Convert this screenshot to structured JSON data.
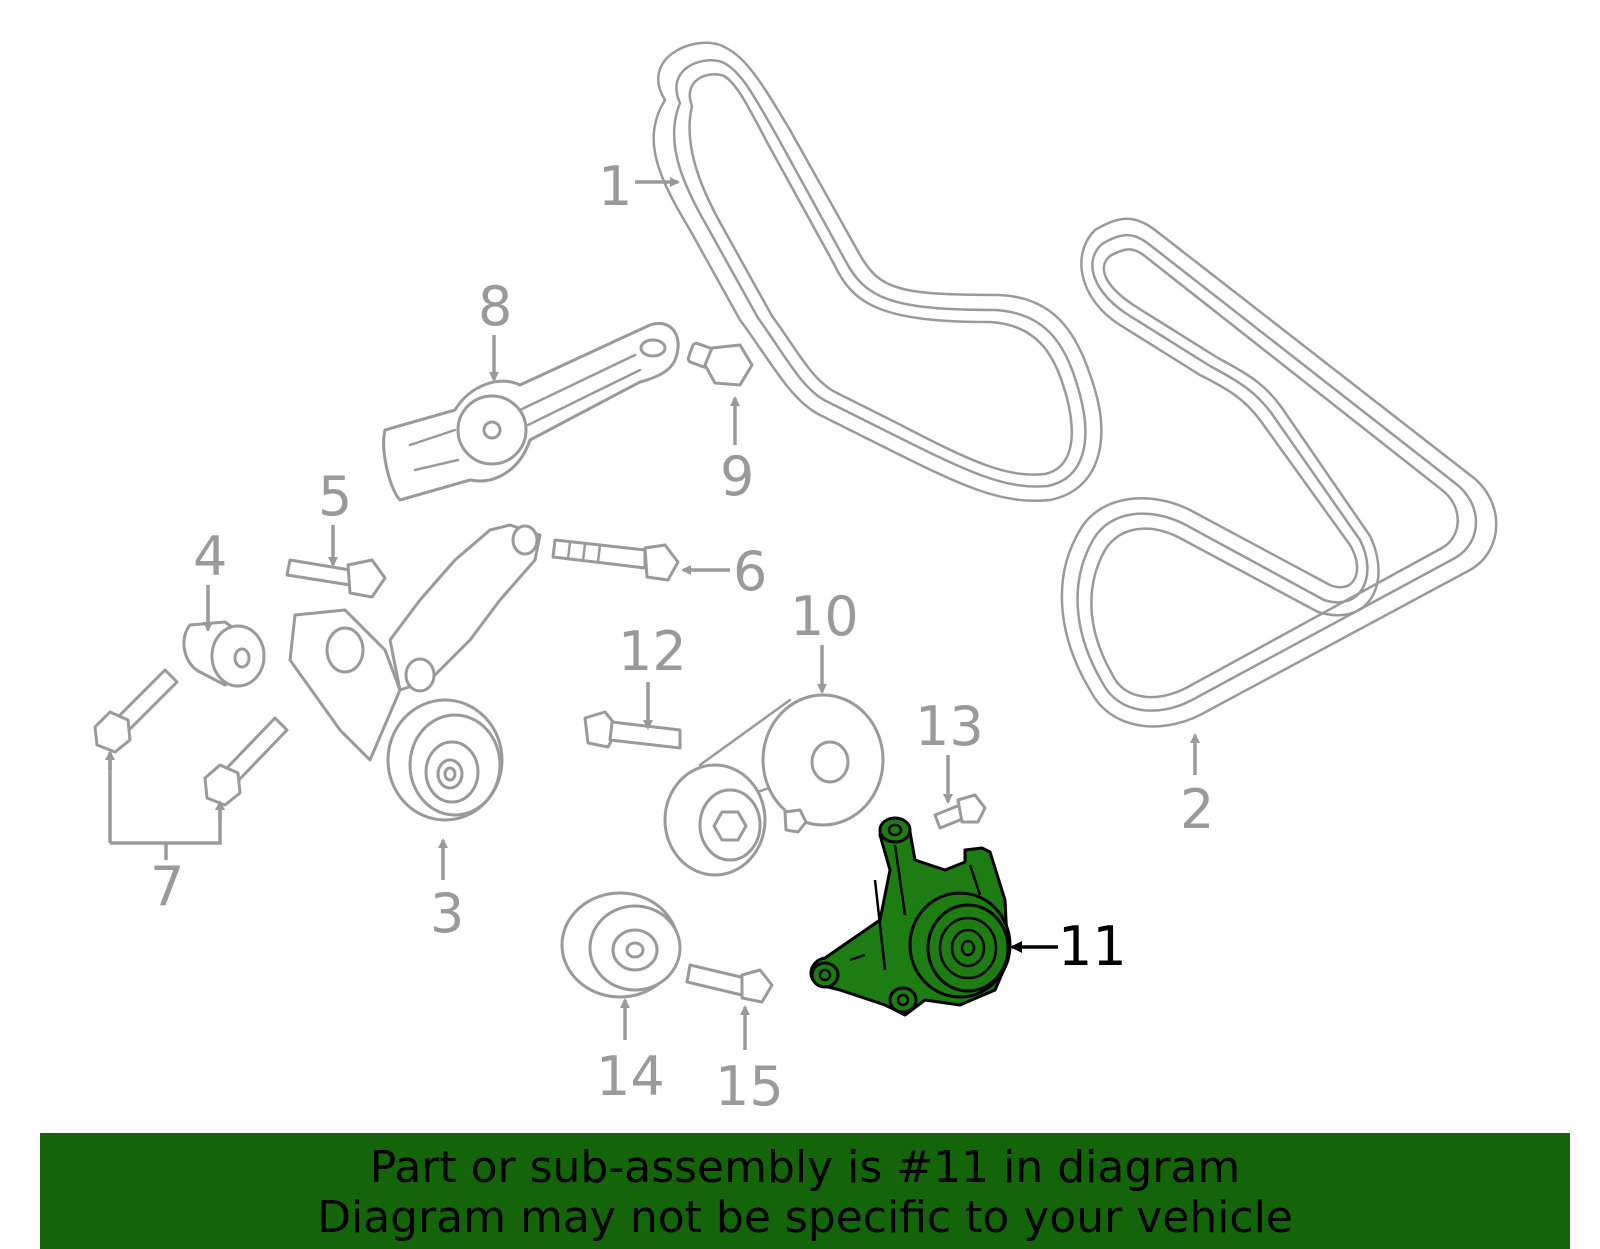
{
  "diagram": {
    "highlight_color": "#1e7d12",
    "line_color": "#9a9a9a",
    "callouts": {
      "c1": "1",
      "c2": "2",
      "c3": "3",
      "c4": "4",
      "c5": "5",
      "c6": "6",
      "c7": "7",
      "c8": "8",
      "c9": "9",
      "c10": "10",
      "c11": "11",
      "c12": "12",
      "c13": "13",
      "c14": "14",
      "c15": "15"
    },
    "highlighted_part": "11"
  },
  "banner": {
    "background": "#146409",
    "line1": "Part or sub-assembly is #11 in diagram",
    "line2": "Diagram may not be specific to your vehicle"
  }
}
